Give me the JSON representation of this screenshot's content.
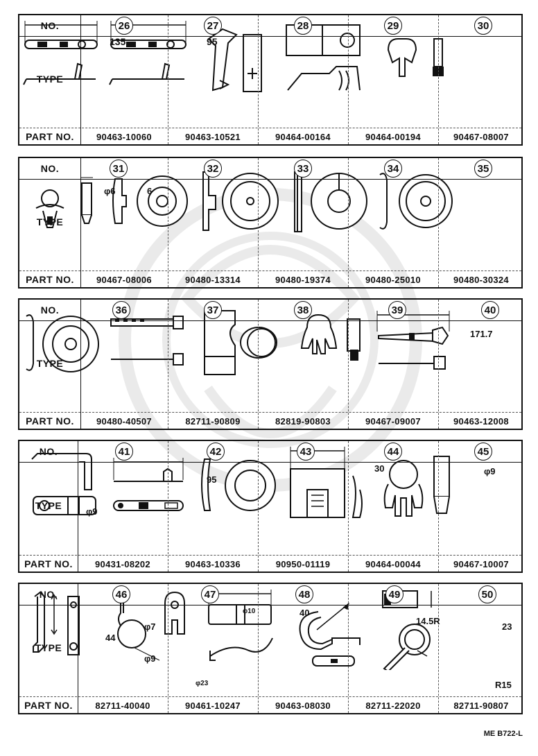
{
  "headers": {
    "no": "NO.",
    "type": "TYPE",
    "part_no": "PART NO."
  },
  "tables": [
    {
      "items": [
        {
          "no": "26",
          "part": "90463-10060",
          "dim": "135"
        },
        {
          "no": "27",
          "part": "90463-10521",
          "dim": "95"
        },
        {
          "no": "28",
          "part": "90464-00164"
        },
        {
          "no": "29",
          "part": "90464-00194"
        },
        {
          "no": "30",
          "part": "90467-08007"
        }
      ]
    },
    {
      "items": [
        {
          "no": "31",
          "part": "90467-08006",
          "dim": "φ6",
          "dim2": "6"
        },
        {
          "no": "32",
          "part": "90480-13314"
        },
        {
          "no": "33",
          "part": "90480-19374"
        },
        {
          "no": "34",
          "part": "90480-25010"
        },
        {
          "no": "35",
          "part": "90480-30324"
        }
      ]
    },
    {
      "items": [
        {
          "no": "36",
          "part": "90480-40507"
        },
        {
          "no": "37",
          "part": "82711-90809"
        },
        {
          "no": "38",
          "part": "82819-90803"
        },
        {
          "no": "39",
          "part": "90467-09007"
        },
        {
          "no": "40",
          "part": "90463-12008",
          "dim": "171.7"
        }
      ]
    },
    {
      "items": [
        {
          "no": "41",
          "part": "90431-08202",
          "dim": "φ9"
        },
        {
          "no": "42",
          "part": "90463-10336",
          "dim": "95"
        },
        {
          "no": "43",
          "part": "90950-01119"
        },
        {
          "no": "44",
          "part": "90464-00044",
          "dim": "30"
        },
        {
          "no": "45",
          "part": "90467-10007",
          "dim": "φ9"
        }
      ]
    },
    {
      "items": [
        {
          "no": "46",
          "part": "82711-40040",
          "dim": "44",
          "dim2": "φ7",
          "dim3": "φ9"
        },
        {
          "no": "47",
          "part": "90461-10247",
          "dim": "φ10",
          "dim2": "φ23"
        },
        {
          "no": "48",
          "part": "90463-08030",
          "dim": "40"
        },
        {
          "no": "49",
          "part": "82711-22020",
          "dim": "14.5R"
        },
        {
          "no": "50",
          "part": "82711-90807",
          "dim": "23",
          "dim2": "R15"
        }
      ]
    }
  ],
  "footer_code": "ME B722-L"
}
